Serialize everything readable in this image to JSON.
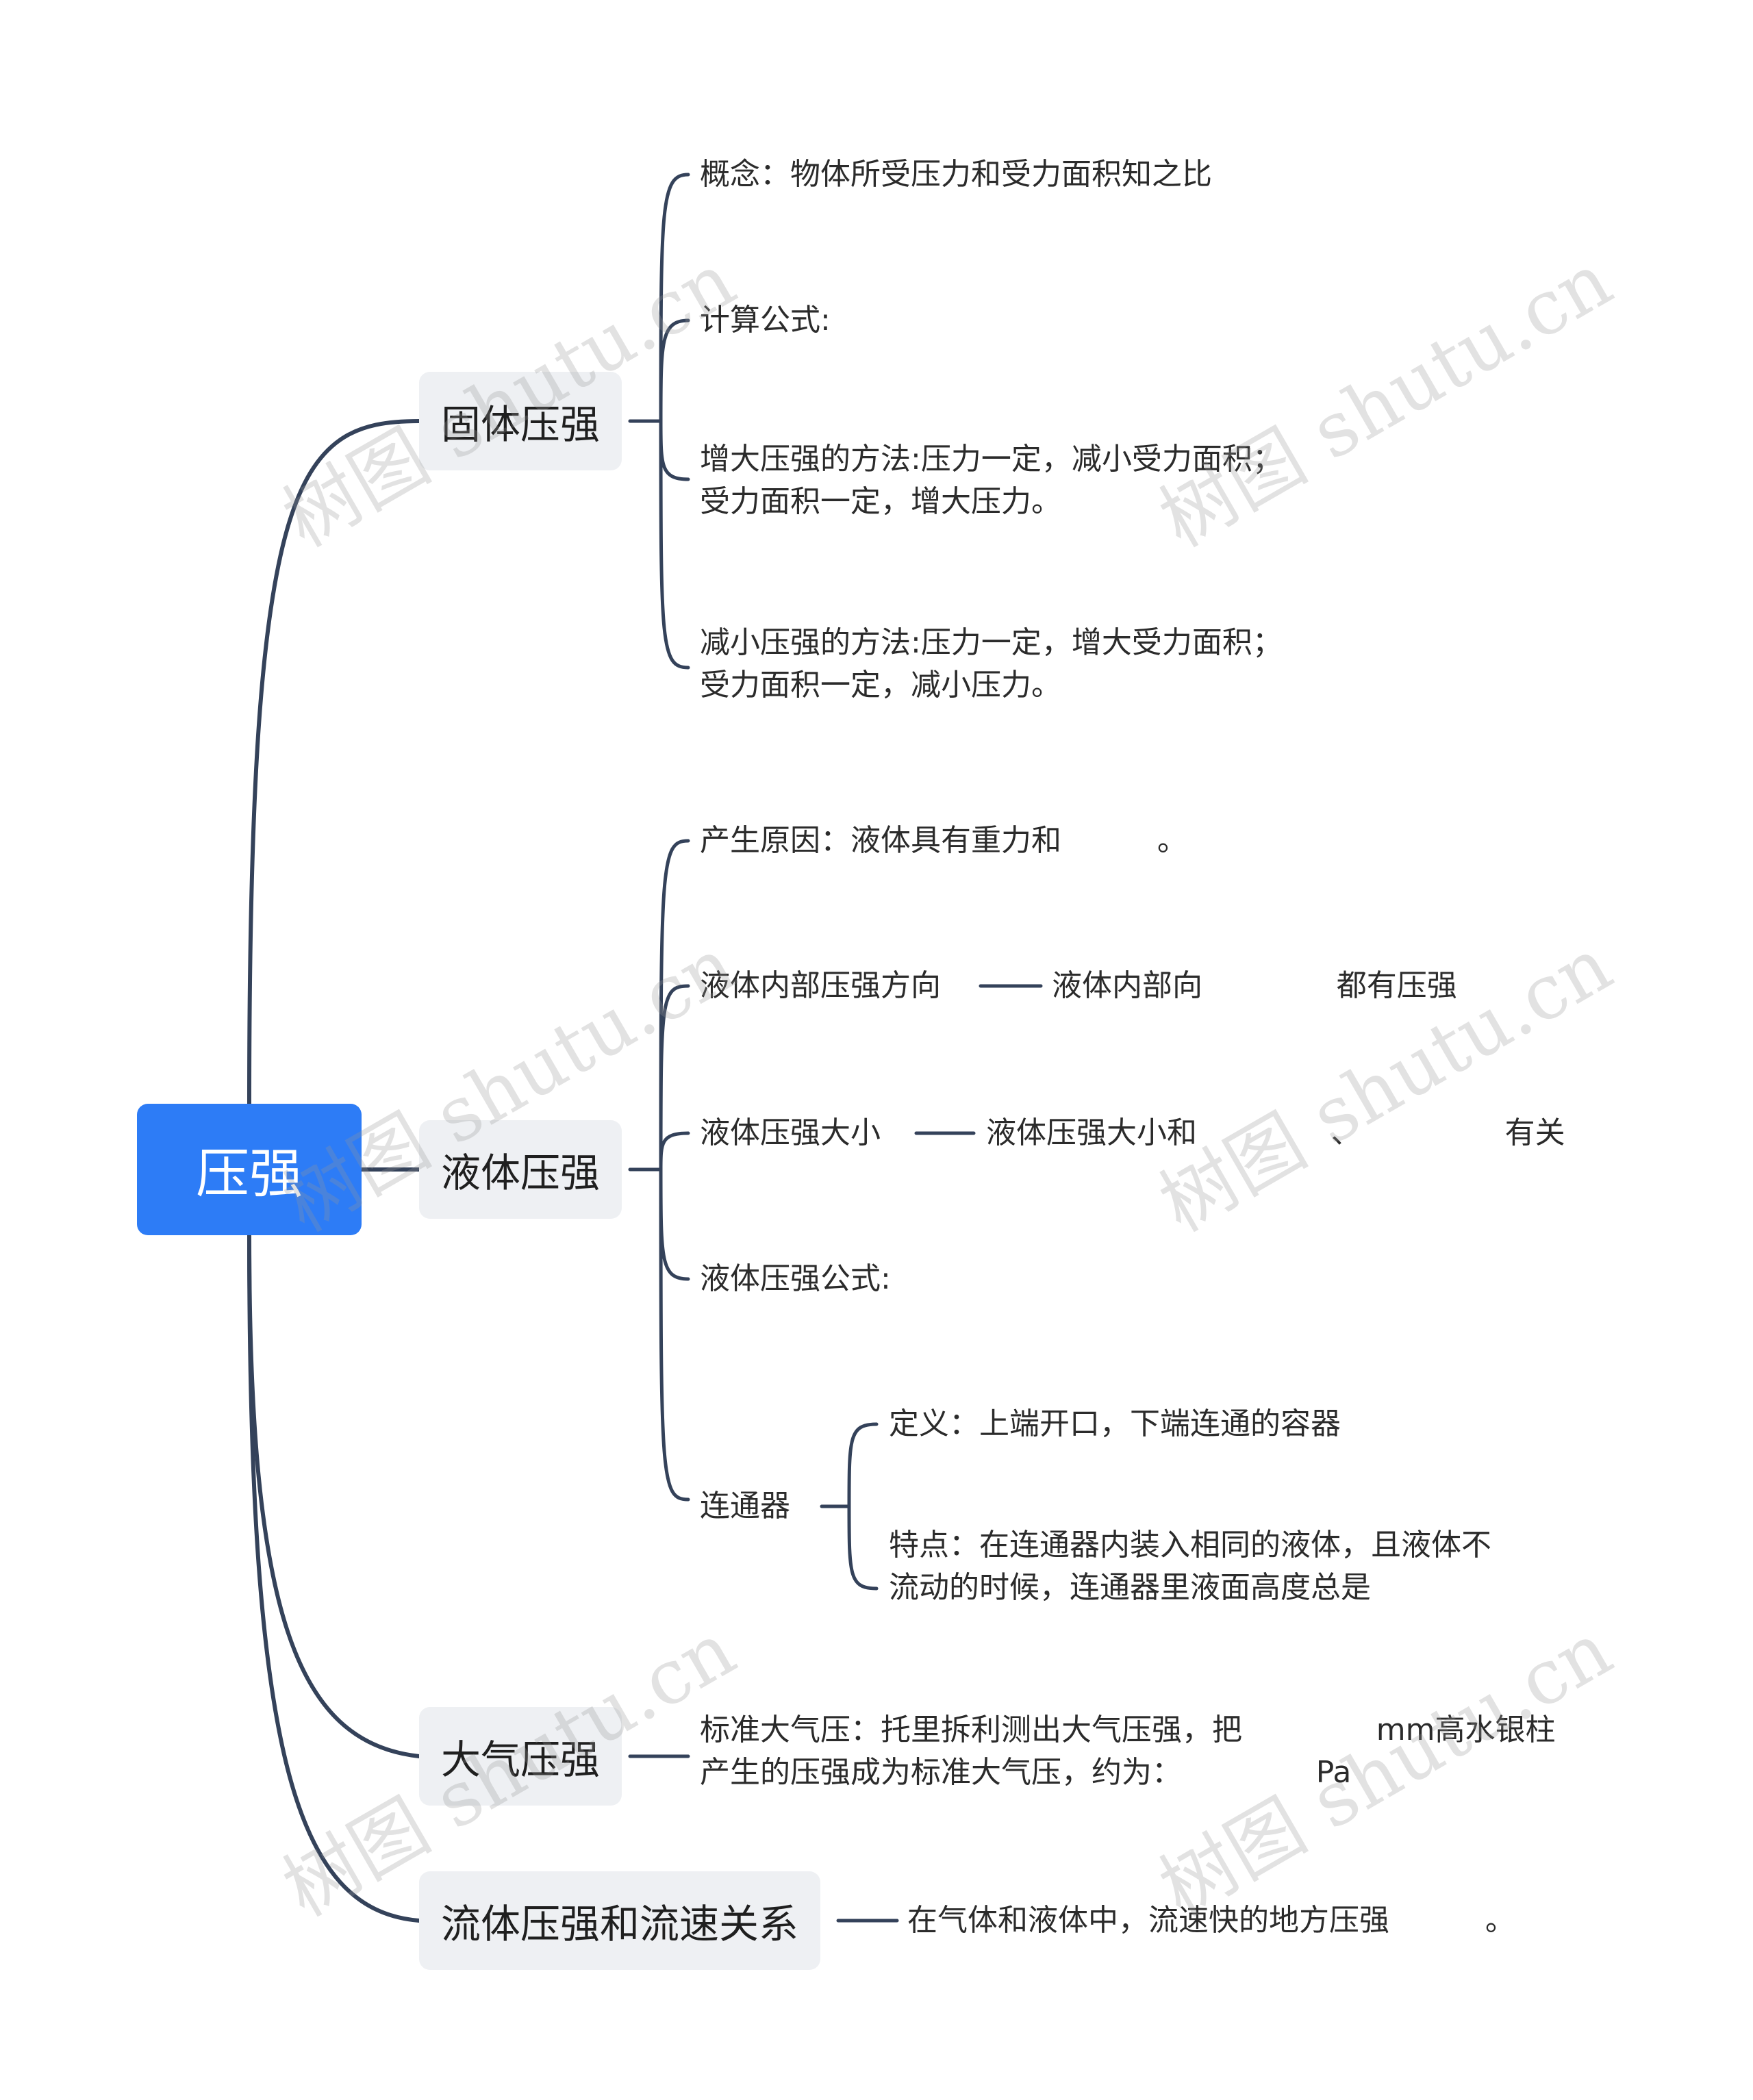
{
  "root": {
    "label": "压强",
    "color": "#2d7cf6"
  },
  "branches": [
    {
      "label": "固体压强",
      "children": [
        {
          "text": "概念：物体所受压力和受力面积知之比"
        },
        {
          "text": "计算公式:"
        },
        {
          "text": "增大压强的方法:压力一定，减小受力面积；\n受力面积一定，增大压力。"
        },
        {
          "text": "减小压强的方法:压力一定，增大受力面积；\n受力面积一定，减小压力。"
        }
      ]
    },
    {
      "label": "液体压强",
      "children": [
        {
          "text": "产生原因：液体具有重力和          。"
        },
        {
          "text": "液体内部压强方向",
          "detail": "液体内部向              都有压强"
        },
        {
          "text": "液体压强大小",
          "detail": "液体压强大小和              、               有关"
        },
        {
          "text": "液体压强公式:"
        },
        {
          "text": "连通器",
          "children": [
            {
              "text": "定义：上端开口，下端连通的容器"
            },
            {
              "text": "特点：在连通器内装入相同的液体，且液体不\n流动的时候，连通器里液面高度总是"
            }
          ]
        }
      ]
    },
    {
      "label": "大气压强",
      "children": [
        {
          "text": "标准大气压：托里拆利测出大气压强，把              mm高水银柱\n产生的压强成为标准大气压，约为：              Pa"
        }
      ]
    },
    {
      "label": "流体压强和流速关系",
      "children": [
        {
          "text": "在气体和液体中，流速快的地方压强          。"
        }
      ]
    }
  ],
  "watermark": "树图 shutu.cn",
  "colors": {
    "line": "#34425a",
    "branch_bg": "#eef0f3"
  }
}
